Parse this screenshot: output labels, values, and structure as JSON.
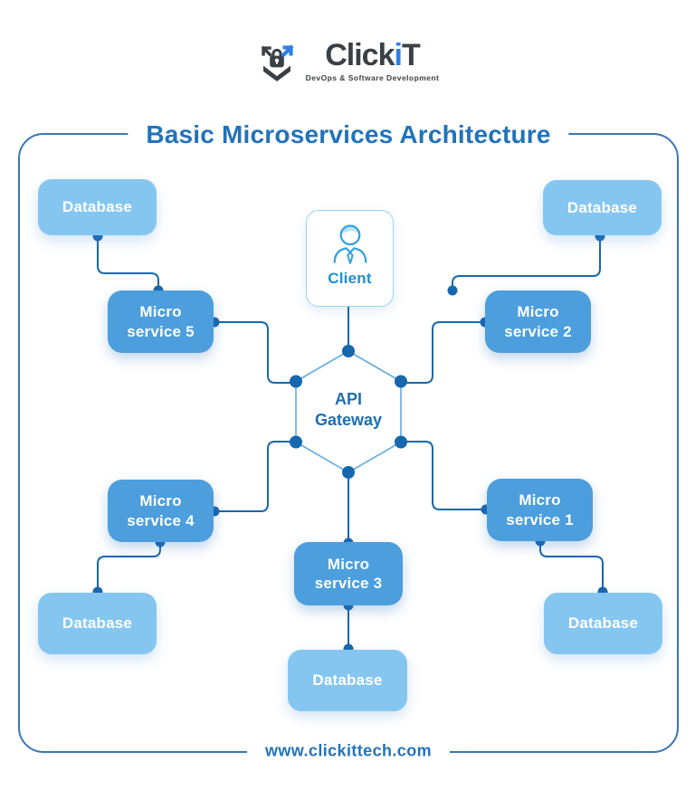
{
  "logo": {
    "name_prefix": "Click",
    "name_accent": "i",
    "name_suffix": "T",
    "tagline": "DevOps & Software Development"
  },
  "title": "Basic Microservices Architecture",
  "footer": {
    "url": "www.clickittech.com"
  },
  "colors": {
    "accent_blue": "#2273BA",
    "microservice_fill": "#4C9EDC",
    "database_fill": "#85C6F1",
    "connector_blue": "#1767AE",
    "hexagon_border": "#63ACDE",
    "logo_dark": "#3B4045",
    "logo_blue": "#2E7EE5"
  },
  "diagram": {
    "client": {
      "label": "Client"
    },
    "gateway": {
      "line1": "API",
      "line2": "Gateway"
    },
    "microservices": [
      {
        "id": "microservice-1",
        "line1": "Micro",
        "line2": "service 1"
      },
      {
        "id": "microservice-2",
        "line1": "Micro",
        "line2": "service 2"
      },
      {
        "id": "microservice-3",
        "line1": "Micro",
        "line2": "service 3"
      },
      {
        "id": "microservice-4",
        "line1": "Micro",
        "line2": "service 4"
      },
      {
        "id": "microservice-5",
        "line1": "Micro",
        "line2": "service 5"
      }
    ],
    "databases": [
      {
        "id": "database-top-left",
        "label": "Database"
      },
      {
        "id": "database-top-right",
        "label": "Database"
      },
      {
        "id": "database-bottom-left",
        "label": "Database"
      },
      {
        "id": "database-bottom-center",
        "label": "Database"
      },
      {
        "id": "database-bottom-right",
        "label": "Database"
      }
    ],
    "edges": [
      {
        "from": "database-top-left",
        "to": "microservice-5"
      },
      {
        "from": "microservice-5",
        "to": "api-gateway"
      },
      {
        "from": "database-top-right",
        "to": "microservice-2"
      },
      {
        "from": "microservice-2",
        "to": "api-gateway"
      },
      {
        "from": "client",
        "to": "api-gateway"
      },
      {
        "from": "api-gateway",
        "to": "microservice-4"
      },
      {
        "from": "api-gateway",
        "to": "microservice-1"
      },
      {
        "from": "api-gateway",
        "to": "microservice-3"
      },
      {
        "from": "microservice-4",
        "to": "database-bottom-left"
      },
      {
        "from": "microservice-1",
        "to": "database-bottom-right"
      },
      {
        "from": "microservice-3",
        "to": "database-bottom-center"
      }
    ]
  }
}
